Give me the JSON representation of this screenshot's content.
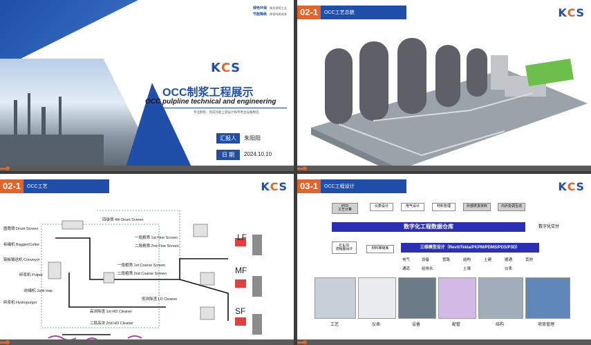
{
  "slide1": {
    "top_line1": "绿色环保",
    "top_line1_small": "服务造纸工业",
    "top_line2": "节能降耗",
    "top_line2_small": "降低吨纸成本",
    "logo": [
      "K",
      "C",
      "S"
    ],
    "title": "OCC制浆工程展示",
    "subtitle": "OCC pulpline technical and engineering",
    "tagline": "专注制浆，完成热能上游设计和专用主设备制造",
    "reporter_label": "汇报人",
    "reporter_name": "朱阳阳",
    "date_label": "日 期",
    "date_value": "2024.10.10"
  },
  "slide2": {
    "num": "02-1",
    "title": "OCC工艺总貌",
    "logo": [
      "K",
      "C",
      "S"
    ]
  },
  "slide3": {
    "num": "02-1",
    "title": "OCC工艺",
    "logo": [
      "K",
      "C",
      "S"
    ],
    "labels": {
      "drum": "圆筒筛 Drum Screen",
      "bagger": "拆绳机 Bagger/Cutter",
      "conveyor": "链板输送机 Conveyor",
      "pulper": "碎浆机 Pulper",
      "junk": "绞绳机 Junk trap",
      "hydro": "碎浆机 Hydropurger",
      "drum4": "四级筛 4th Drum Screen",
      "hd1": "高浓除渣 1st HD Cleaner",
      "hd2": "二段高浓 2nd HD Cleaner",
      "coarse1": "一段粗筛 1st Coarse Screen",
      "coarse2": "二段粗筛 2nd Coarse Screen",
      "fine1": "一段精筛 1st Fine Screen",
      "fine2": "二段精筛 2nd Fine Screen",
      "ldcleaner": "低浓除渣 LD Cleaner",
      "lf": "LF",
      "mf": "MF",
      "sf": "SF"
    }
  },
  "slide4": {
    "num": "03-1",
    "title": "OCC工程设计",
    "logo": [
      "K",
      "C",
      "S"
    ],
    "top_boxes": [
      "PFD\n工艺计算",
      "仪表设计",
      "电气设计",
      "材料管理",
      "外部供货资料",
      "内外协调互动"
    ],
    "warehouse": "数字化工程数据仓库",
    "delivery": "数字化交付",
    "pid": "P & ID\n流程图设计",
    "material_table": "材料等级库",
    "model": "三维模型设计（Revit/Tekla/PKPM/PDMS/PDS/P3D）",
    "sub_labels": [
      "电气",
      "通道",
      "设备",
      "管路",
      "结构",
      "土建",
      "暖通",
      "给排水",
      "土壤",
      "仪表",
      "其他"
    ],
    "captions": [
      "工艺",
      "仪表",
      "设备",
      "配管",
      "结构",
      "项目管理"
    ]
  }
}
